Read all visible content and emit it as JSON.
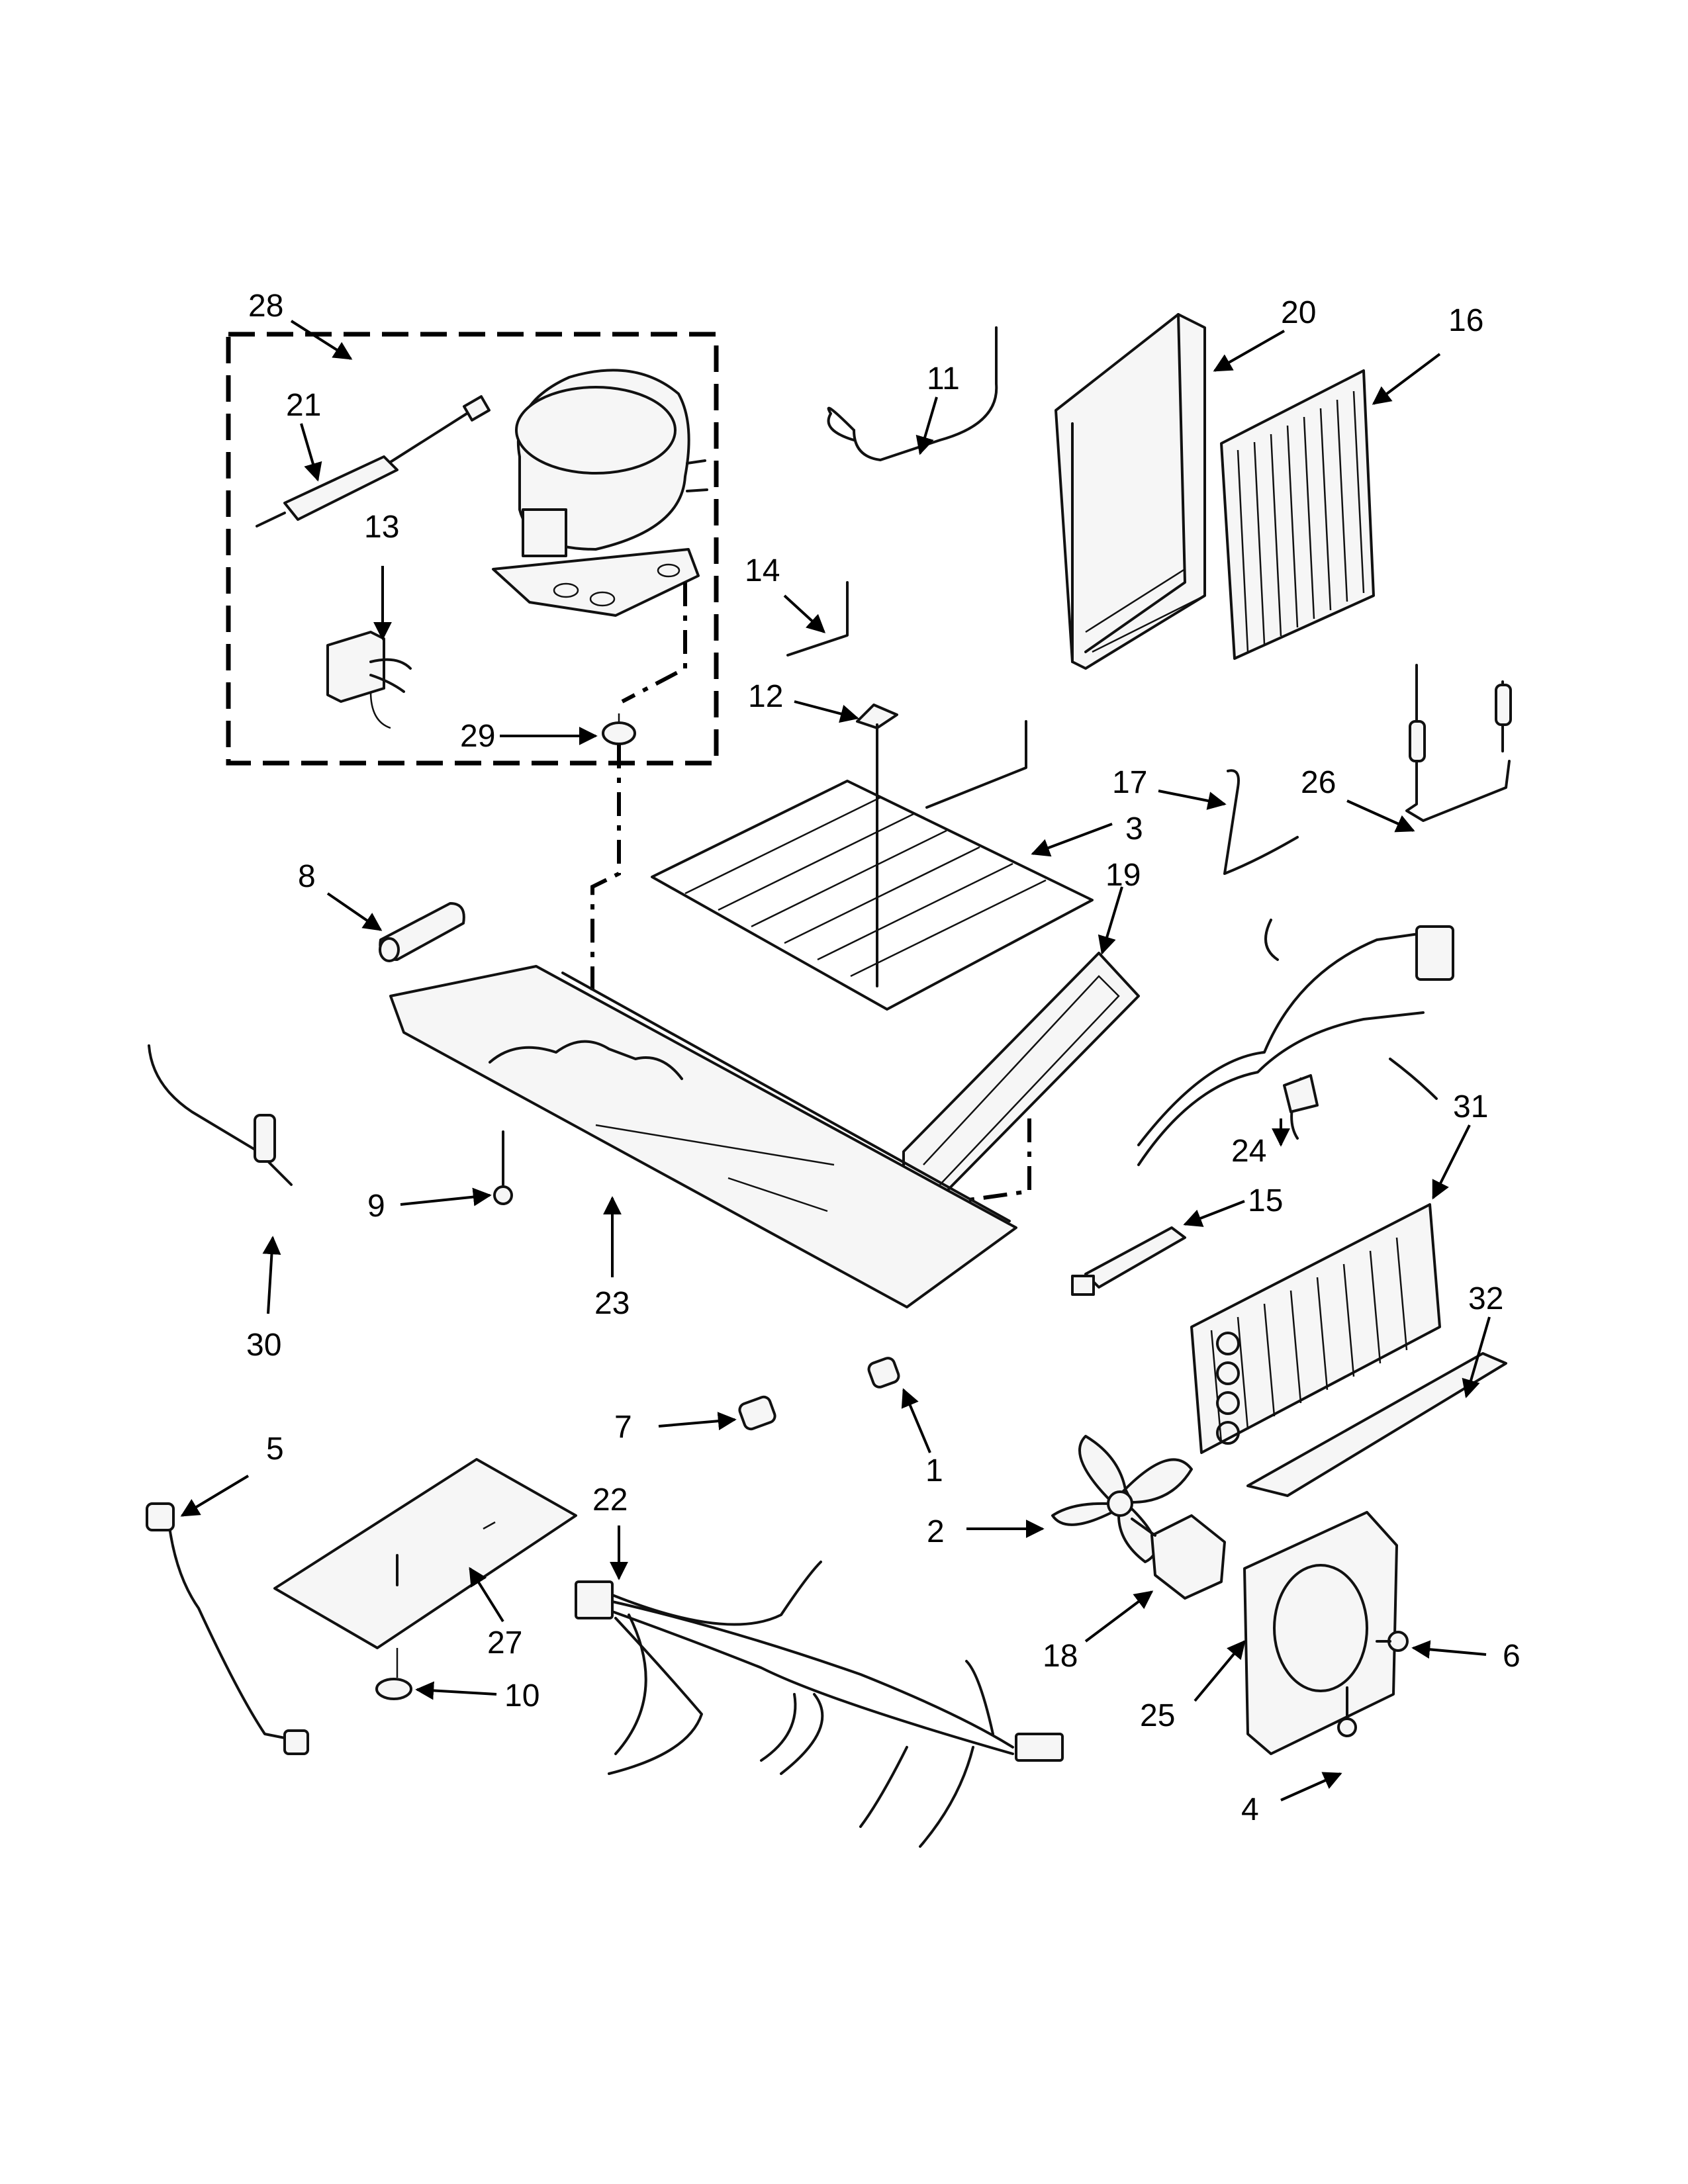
{
  "callouts": {
    "c1": "1",
    "c2": "2",
    "c3": "3",
    "c4": "4",
    "c5": "5",
    "c6": "6",
    "c7": "7",
    "c8": "8",
    "c9": "9",
    "c10": "10",
    "c11": "11",
    "c12": "12",
    "c13": "13",
    "c14": "14",
    "c15": "15",
    "c16": "16",
    "c17": "17",
    "c18": "18",
    "c19": "19",
    "c20": "20",
    "c21": "21",
    "c22": "22",
    "c23": "23",
    "c24": "24",
    "c25": "25",
    "c26": "26",
    "c27": "27",
    "c28": "28",
    "c29": "29",
    "c30": "30",
    "c31": "31",
    "c32": "32"
  },
  "colors": {
    "line": "#111111",
    "background": "#ffffff"
  }
}
